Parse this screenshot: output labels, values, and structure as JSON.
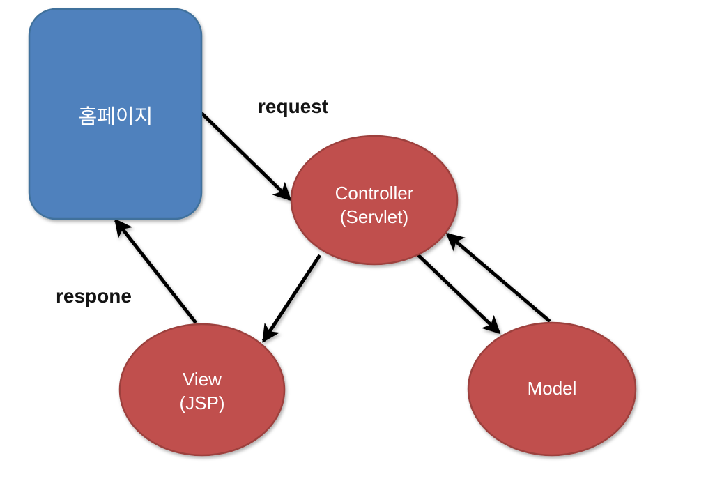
{
  "diagram": {
    "background": "#ffffff",
    "colors": {
      "homepage_fill": "#4f81bd",
      "homepage_stroke": "#41719c",
      "ellipse_fill": "#c0504d",
      "ellipse_stroke": "#9d413e",
      "arrow": "#000000",
      "shape_text": "#ffffff",
      "edge_label_text": "#141414"
    },
    "nodes": {
      "homepage": {
        "label": "홈페이지"
      },
      "controller": {
        "label_line1": "Controller",
        "label_line2": "(Servlet)"
      },
      "view": {
        "label_line1": "View",
        "label_line2": "(JSP)"
      },
      "model": {
        "label": "Model"
      }
    },
    "edges": {
      "request": {
        "label": "request"
      },
      "response": {
        "label": "respone"
      },
      "controller_to_view": {
        "label": ""
      },
      "controller_to_model": {
        "label": ""
      },
      "model_to_controller": {
        "label": ""
      }
    }
  }
}
